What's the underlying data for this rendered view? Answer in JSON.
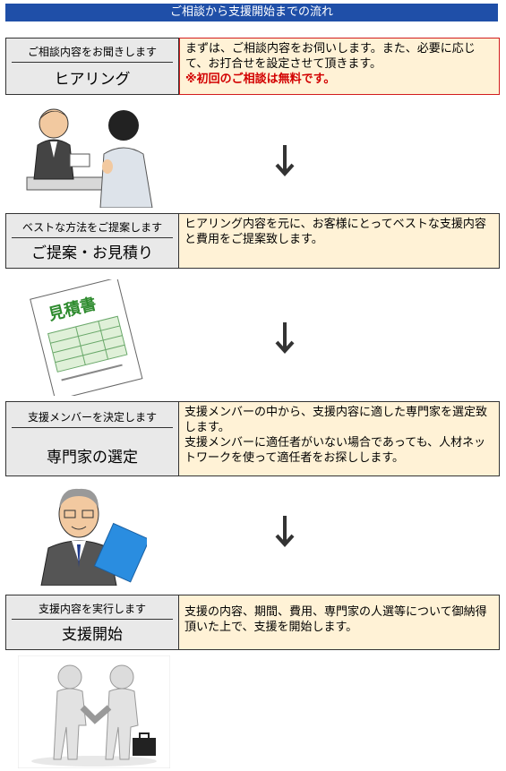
{
  "header": {
    "title": "ご相談から支援開始までの流れ"
  },
  "steps": [
    {
      "sub": "ご相談内容をお聞きします",
      "main": "ヒアリング",
      "desc": "まずは、ご相談内容をお伺いします。また、必要に応じて、お打合せを設定させて頂きます。",
      "note": "※初回のご相談は無料です。"
    },
    {
      "sub": "ベストな方法をご提案します",
      "main": "ご提案・お見積り",
      "desc": "ヒアリング内容を元に、お客様にとってベストな支援内容と費用をご提案致します。"
    },
    {
      "sub": "支援メンバーを決定します",
      "main": "専門家の選定",
      "desc": "支援メンバーの中から、支援内容に適した専門家を選定致します。\n支援メンバーに適任者がいない場合であっても、人材ネットワークを使って適任者をお探しします。"
    },
    {
      "sub": "支援内容を実行します",
      "main": "支援開始",
      "desc": "支援の内容、期間、費用、専門家の人選等について御納得頂いた上で、支援を開始します。"
    }
  ],
  "illustrations": {
    "estimate_sign": "見積書"
  },
  "icons": [
    "arrow-down-icon",
    "meeting-illustration",
    "estimate-document-illustration",
    "consultant-illustration",
    "handshake-illustration"
  ]
}
